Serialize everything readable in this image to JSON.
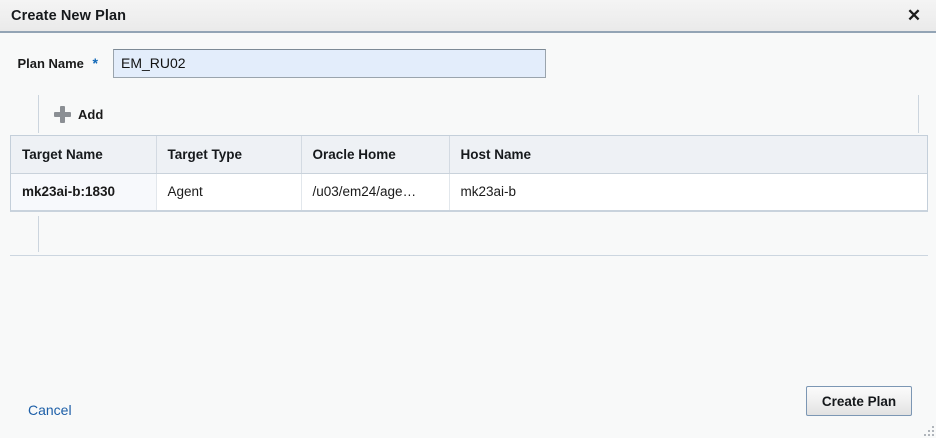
{
  "dialog": {
    "title": "Create New Plan",
    "close_icon": "close-icon",
    "close_glyph": "✕"
  },
  "form": {
    "plan_name": {
      "label": "Plan Name",
      "required_marker": "*",
      "value": "EM_RU02",
      "placeholder": ""
    }
  },
  "toolbar": {
    "add_label": "Add",
    "add_icon": "plus-icon"
  },
  "table": {
    "columns": [
      "Target Name",
      "Target Type",
      "Oracle Home",
      "Host Name"
    ],
    "rows": [
      {
        "target_name": "mk23ai-b:1830",
        "target_type": "Agent",
        "oracle_home": "/u03/em24/age…",
        "host_name": "mk23ai-b"
      }
    ]
  },
  "footer": {
    "cancel_label": "Cancel",
    "create_label": "Create Plan"
  },
  "colors": {
    "accent_link": "#1d5fa8",
    "required_star": "#1168b7",
    "titlebar_border": "#93a4b5",
    "input_fill": "#e3edfb",
    "table_header_fill": "#eef1f5",
    "primary_button_border": "#7c97b4"
  }
}
